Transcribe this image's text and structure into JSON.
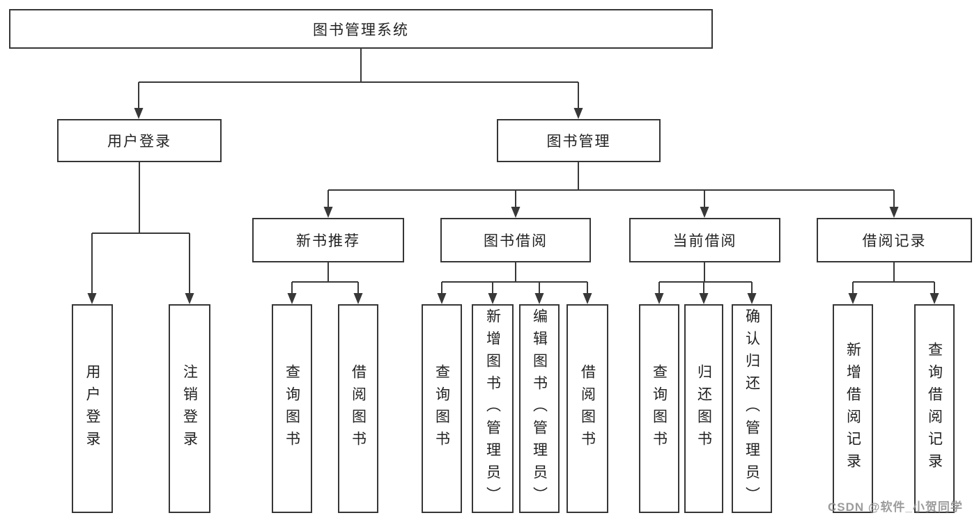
{
  "colors": {
    "line": "#383838",
    "border": "#363636",
    "text": "#222222",
    "background": "#ffffff",
    "watermark": "#949494"
  },
  "watermark": {
    "text": "CSDN @软件_小贺同学"
  },
  "tree": {
    "label": "图书管理系统",
    "children": [
      {
        "label": "用户登录",
        "children": [
          {
            "label": "用户登录"
          },
          {
            "label": "注销登录"
          }
        ]
      },
      {
        "label": "图书管理",
        "children": [
          {
            "label": "新书推荐",
            "children": [
              {
                "label": "查询图书"
              },
              {
                "label": "借阅图书"
              }
            ]
          },
          {
            "label": "图书借阅",
            "children": [
              {
                "label": "查询图书"
              },
              {
                "label": "新增图书（管理员）"
              },
              {
                "label": "编辑图书（管理员）"
              },
              {
                "label": "借阅图书"
              }
            ]
          },
          {
            "label": "当前借阅",
            "children": [
              {
                "label": "查询图书"
              },
              {
                "label": "归还图书"
              },
              {
                "label": "确认归还（管理员）"
              }
            ]
          },
          {
            "label": "借阅记录",
            "children": [
              {
                "label": "新增借阅记录"
              },
              {
                "label": "查询借阅记录"
              }
            ]
          }
        ]
      }
    ]
  }
}
